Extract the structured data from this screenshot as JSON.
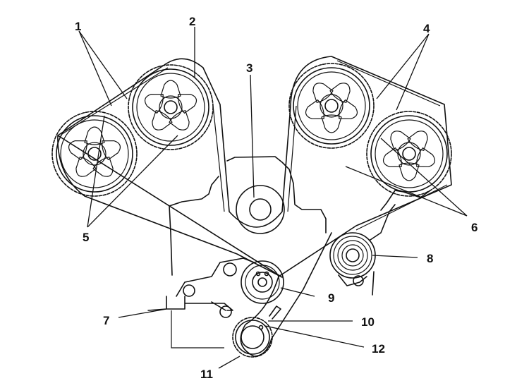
{
  "diagram": {
    "description_labels": [
      "1",
      "2",
      "3",
      "4",
      "5",
      "6",
      "7",
      "8",
      "9",
      "10",
      "11",
      "12"
    ],
    "callouts": [
      {
        "id": "label-1",
        "text": "1"
      },
      {
        "id": "label-2",
        "text": "2"
      },
      {
        "id": "label-3",
        "text": "3"
      },
      {
        "id": "label-4",
        "text": "4"
      },
      {
        "id": "label-5",
        "text": "5"
      },
      {
        "id": "label-6",
        "text": "6"
      },
      {
        "id": "label-7",
        "text": "7"
      },
      {
        "id": "label-8",
        "text": "8"
      },
      {
        "id": "label-9",
        "text": "9"
      },
      {
        "id": "label-10",
        "text": "10"
      },
      {
        "id": "label-11",
        "text": "11"
      },
      {
        "id": "label-12",
        "text": "12"
      }
    ],
    "colors": {
      "ink": "#111111",
      "paper": "#ffffff"
    }
  }
}
